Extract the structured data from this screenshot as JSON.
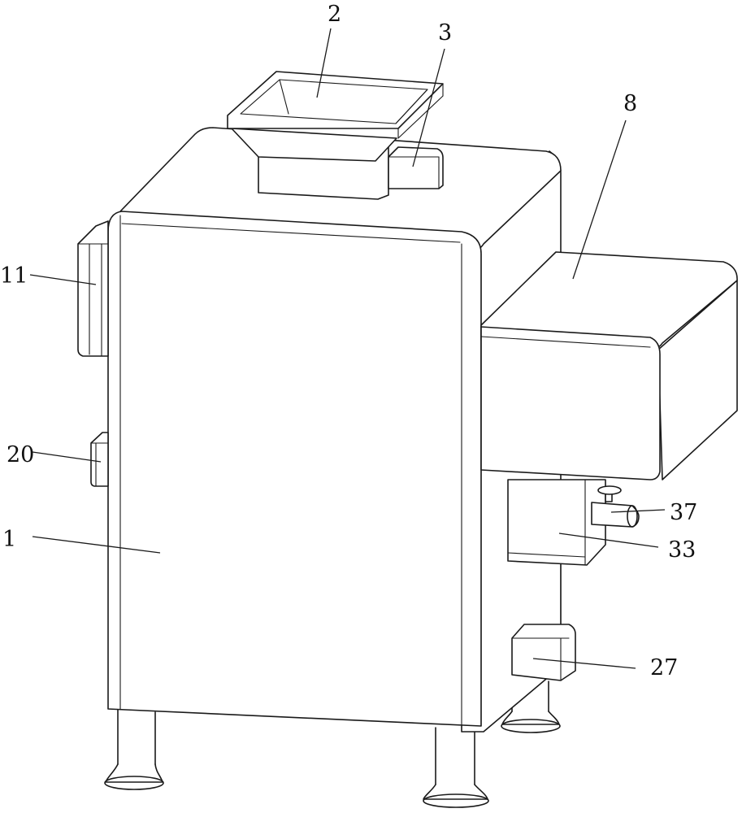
{
  "labels": {
    "hopper": "2",
    "hopper_motor": "3",
    "side_box": "8",
    "left_panel": "11",
    "left_button": "20",
    "main_body": "1",
    "valve": "37",
    "lower_box": "33",
    "bottom_motor": "27"
  }
}
